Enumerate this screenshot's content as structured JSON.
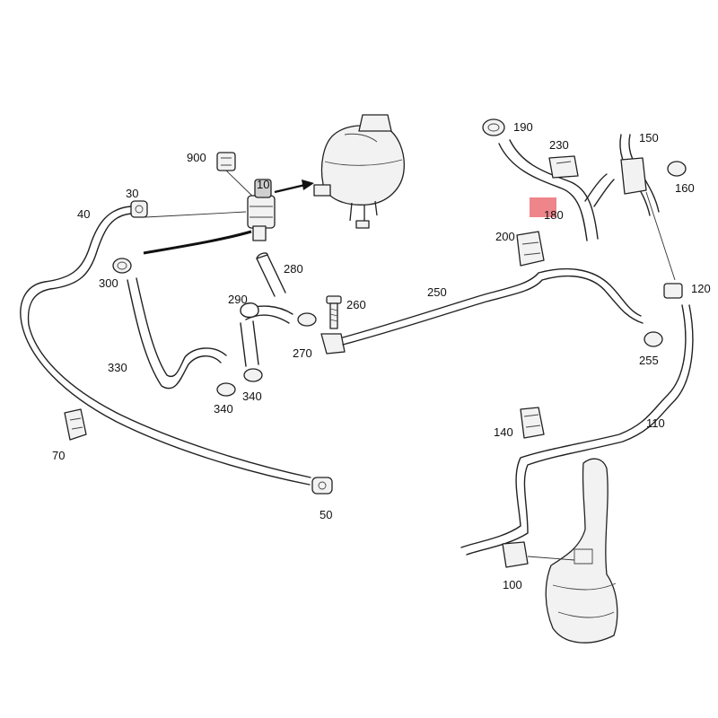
{
  "highlight_color": "#e0202a",
  "callouts": [
    {
      "id": "900",
      "text": "900"
    },
    {
      "id": "10",
      "text": "10"
    },
    {
      "id": "30",
      "text": "30"
    },
    {
      "id": "40",
      "text": "40"
    },
    {
      "id": "300",
      "text": "300"
    },
    {
      "id": "280",
      "text": "280"
    },
    {
      "id": "290",
      "text": "290"
    },
    {
      "id": "260",
      "text": "260"
    },
    {
      "id": "270",
      "text": "270"
    },
    {
      "id": "330",
      "text": "330"
    },
    {
      "id": "340a",
      "text": "340"
    },
    {
      "id": "340b",
      "text": "340"
    },
    {
      "id": "70",
      "text": "70"
    },
    {
      "id": "50",
      "text": "50"
    },
    {
      "id": "190",
      "text": "190"
    },
    {
      "id": "230",
      "text": "230"
    },
    {
      "id": "180",
      "text": "180"
    },
    {
      "id": "150",
      "text": "150"
    },
    {
      "id": "160",
      "text": "160"
    },
    {
      "id": "200",
      "text": "200"
    },
    {
      "id": "250",
      "text": "250"
    },
    {
      "id": "120",
      "text": "120"
    },
    {
      "id": "255",
      "text": "255"
    },
    {
      "id": "110",
      "text": "110"
    },
    {
      "id": "140",
      "text": "140"
    },
    {
      "id": "100",
      "text": "100"
    }
  ]
}
